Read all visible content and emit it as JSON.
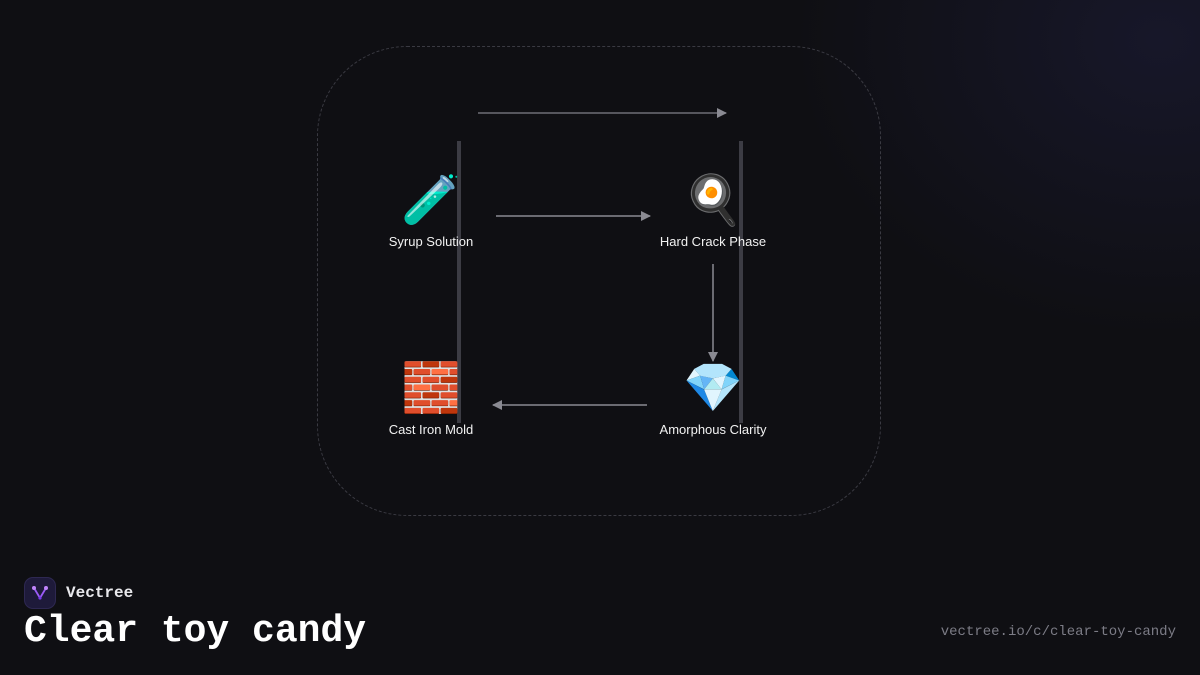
{
  "diagram": {
    "nodes": [
      {
        "id": "syrup",
        "icon": "test-tube-icon",
        "emoji": "🧪",
        "label": "Syrup Solution"
      },
      {
        "id": "hardcrack",
        "icon": "frying-pan-egg-icon",
        "emoji": "🍳",
        "label": "Hard Crack Phase"
      },
      {
        "id": "amorphous",
        "icon": "gem-icon",
        "emoji": "💎",
        "label": "Amorphous Clarity"
      },
      {
        "id": "mold",
        "icon": "brick-icon",
        "emoji": "🧱",
        "label": "Cast Iron Mold"
      }
    ],
    "edges": [
      {
        "from": "syrup",
        "to": "hardcrack"
      },
      {
        "from": "hardcrack",
        "to": "amorphous"
      },
      {
        "from": "amorphous",
        "to": "mold"
      }
    ],
    "colors": {
      "edge": "#8a8a92",
      "frame": "#3a3a42",
      "background": "#0f0f13"
    }
  },
  "brand": {
    "name": "Vectree",
    "logo_icon": "vectree-logo-icon",
    "logo_color": "#9b5cf6"
  },
  "page": {
    "title": "Clear toy candy",
    "url": "vectree.io/c/clear-toy-candy"
  }
}
